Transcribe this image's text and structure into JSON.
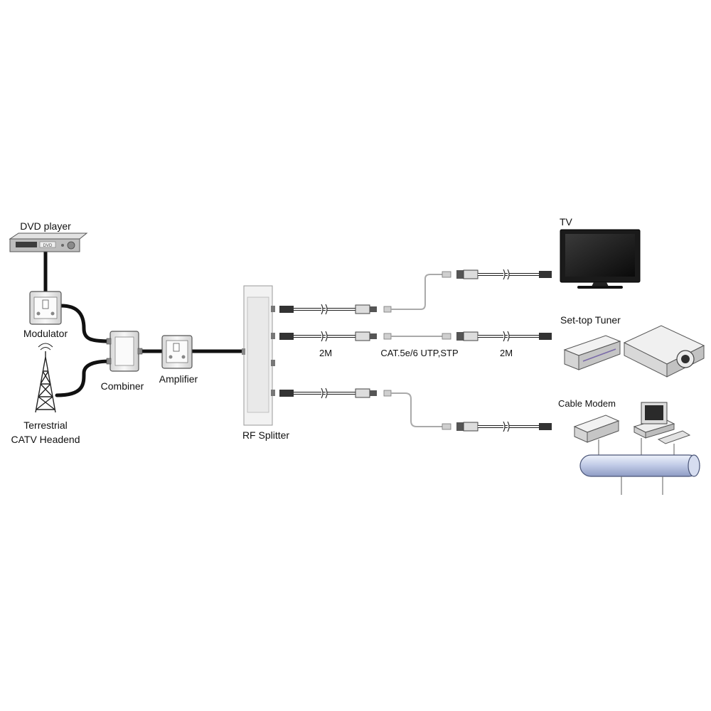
{
  "labels": {
    "dvd_player": "DVD player",
    "modulator": "Modulator",
    "terrestrial_line1": "Terrestrial",
    "terrestrial_line2": "CATV Headend",
    "combiner": "Combiner",
    "amplifier": "Amplifier",
    "rf_splitter": "RF Splitter",
    "tv": "TV",
    "set_top_tuner": "Set-top Tuner",
    "cable_modem": "Cable Modem",
    "length_left": "2M",
    "cable_type": "CAT.5e/6 UTP,STP",
    "length_right": "2M"
  },
  "device_text": {
    "dvd_logo": "DVD"
  },
  "icons": [
    "dvd-player-icon",
    "modulator-icon",
    "antenna-tower-icon",
    "combiner-icon",
    "amplifier-icon",
    "rf-splitter-icon",
    "tv-icon",
    "set-top-box-icon",
    "projector-icon",
    "cable-modem-icon",
    "computer-icon",
    "network-bus-icon"
  ]
}
